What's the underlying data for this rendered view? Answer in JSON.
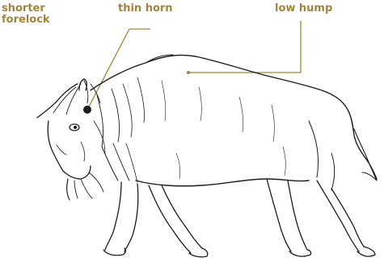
{
  "labels": {
    "forelock": "shorter\nforelock",
    "horn": "thin horn",
    "hump": "low hump"
  },
  "colors": {
    "label": "#a58437",
    "leader": "#a58437",
    "ink": "#1c1c1c",
    "background": "#ffffff"
  }
}
